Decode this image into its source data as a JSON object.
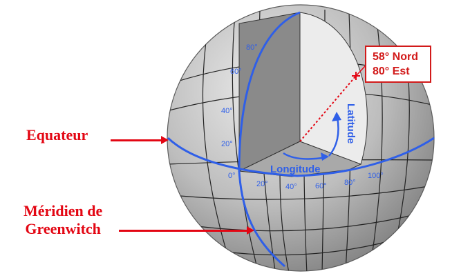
{
  "labels": {
    "equator": "Equateur",
    "greenwich_line1": "Méridien de",
    "greenwich_line2": "Greenwitch",
    "coordinate_line1": "58° Nord",
    "coordinate_line2": "80° Est",
    "latitude": "Latitude",
    "longitude": "Longitude"
  },
  "latitude_ticks": [
    "0°",
    "20°",
    "40°",
    "60°",
    "80°"
  ],
  "longitude_ticks": [
    "20°",
    "40°",
    "60°",
    "80°",
    "100°"
  ],
  "colors": {
    "accent_red": "#e30613",
    "grid_blue": "#2f5fe8",
    "sphere_gray": "#b4b4b4"
  }
}
